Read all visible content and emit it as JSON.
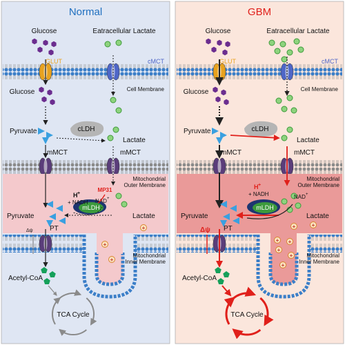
{
  "panels": {
    "normal": {
      "title": "Normal",
      "title_color": "#1f6fbf",
      "background": "#dfe6f3",
      "glucose_label": "Glucose",
      "extracellular_lactate_label": "Eatracellular Lactate",
      "glut_label": "GLUT",
      "cmct_label": "cMCT",
      "cell_membrane_label": "Cell Membrane",
      "glucose_inside_label": "Glucose",
      "pyruvate_label": "Pyruvate",
      "cldh_label": "cLDH",
      "lactate_label": "Lactate",
      "mmct_left_label": "mMCT",
      "mmct_right_label": "mMCT",
      "outer_membrane_label_1": "Mitochondrial",
      "outer_membrane_label_2": "Outer Membrane",
      "h_plus_label": "H",
      "nadh_label": "+ NADH",
      "mp31_label": "MP31",
      "nad_label": "NAD",
      "mldh_label": "mLDH",
      "mito_pyruvate_label": "Pyruvate",
      "mito_lactate_label": "Lactate",
      "pt_label": "PT",
      "delta_psi_label": "Δψ",
      "inner_membrane_label_1": "Mitochondrial",
      "inner_membrane_label_2": "Inner Membrane",
      "acetyl_coa_label": "Acetyl-CoA",
      "tca_label": "TCA Cycle"
    },
    "gbm": {
      "title": "GBM",
      "title_color": "#e0201b",
      "background": "#fbe6dc",
      "glucose_label": "Glucose",
      "extracellular_lactate_label": "Eatracellular Lactate",
      "glut_label": "GLUT",
      "cmct_label": "cMCT",
      "cell_membrane_label": "Cell Membrane",
      "glucose_inside_label": "Glucose",
      "pyruvate_label": "Pyruvate",
      "cldh_label": "cLDH",
      "lactate_label": "Lactate",
      "mmct_left_label": "mMCT",
      "mmct_right_label": "mMCT",
      "outer_membrane_label_1": "Mitochondrial",
      "outer_membrane_label_2": "Outer Membrane",
      "h_plus_label": "H",
      "nadh_label": "+ NADH",
      "nad_label": "NAD",
      "mldh_label": "mLDH",
      "mito_pyruvate_label": "Pyruvate",
      "mito_lactate_label": "Lactate",
      "pt_label": "PT",
      "delta_psi_label": "Δψ",
      "inner_membrane_label_1": "Mitochondrial",
      "inner_membrane_label_2": "Inner Membrane",
      "acetyl_coa_label": "Acetyl-CoA",
      "tca_label": "TCA Cycle"
    }
  },
  "symbols": {
    "plus": "+"
  },
  "colors": {
    "glucose": "#6b2d8f",
    "lactate_fill": "#8ed37e",
    "lactate_stroke": "#3d9a3a",
    "pyruvate": "#3aa0e0",
    "acetyl_coa": "#15a05a",
    "proton_fill": "#fbe3c0",
    "proton_stroke": "#d9832b",
    "glut": "#e8a21f",
    "cmct": "#4e66c7",
    "mmct": "#5a3d7a",
    "membrane_head": "#3c7fc8",
    "matrix_normal": "#f4c9cc",
    "matrix_gbm": "#ea9a99",
    "gbm_arrow": "#e0201b",
    "mp31": "#e0201b",
    "mldh_green": "#3c9a3c",
    "mldh_navy": "#1e3570"
  }
}
